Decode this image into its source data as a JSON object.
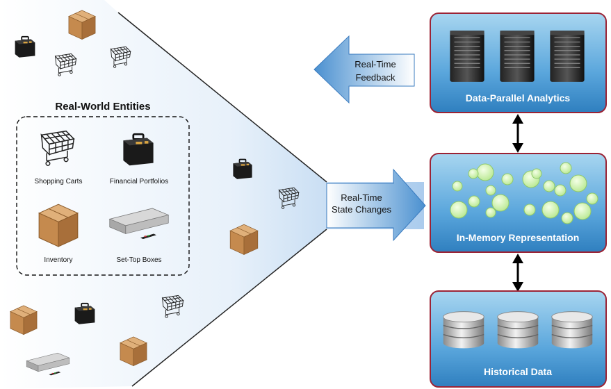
{
  "entities_title": "Real-World Entities",
  "entity_labels": {
    "shopping_carts": "Shopping Carts",
    "financial_portfolios": "Financial Portfolios",
    "inventory": "Inventory",
    "set_top_boxes": "Set-Top Boxes"
  },
  "arrows": {
    "feedback": {
      "line1": "Real-Time",
      "line2": "Feedback"
    },
    "state_changes": {
      "line1": "Real-Time",
      "line2": "State Changes"
    }
  },
  "panels": {
    "analytics": "Data-Parallel Analytics",
    "in_memory": "In-Memory Representation",
    "historical": "Historical Data"
  },
  "colors": {
    "panel_fill_top": "#9fd0ec",
    "panel_fill_bottom": "#2f7fbf",
    "panel_border": "#9b2335",
    "arrow_fill": "#5a9fd6",
    "box_brown": "#c8925a",
    "circle_green": "#d6f5b0"
  },
  "icons": [
    "box-icon",
    "briefcase-icon",
    "cart-icon",
    "settop-box-icon",
    "server-icon",
    "database-icon"
  ]
}
